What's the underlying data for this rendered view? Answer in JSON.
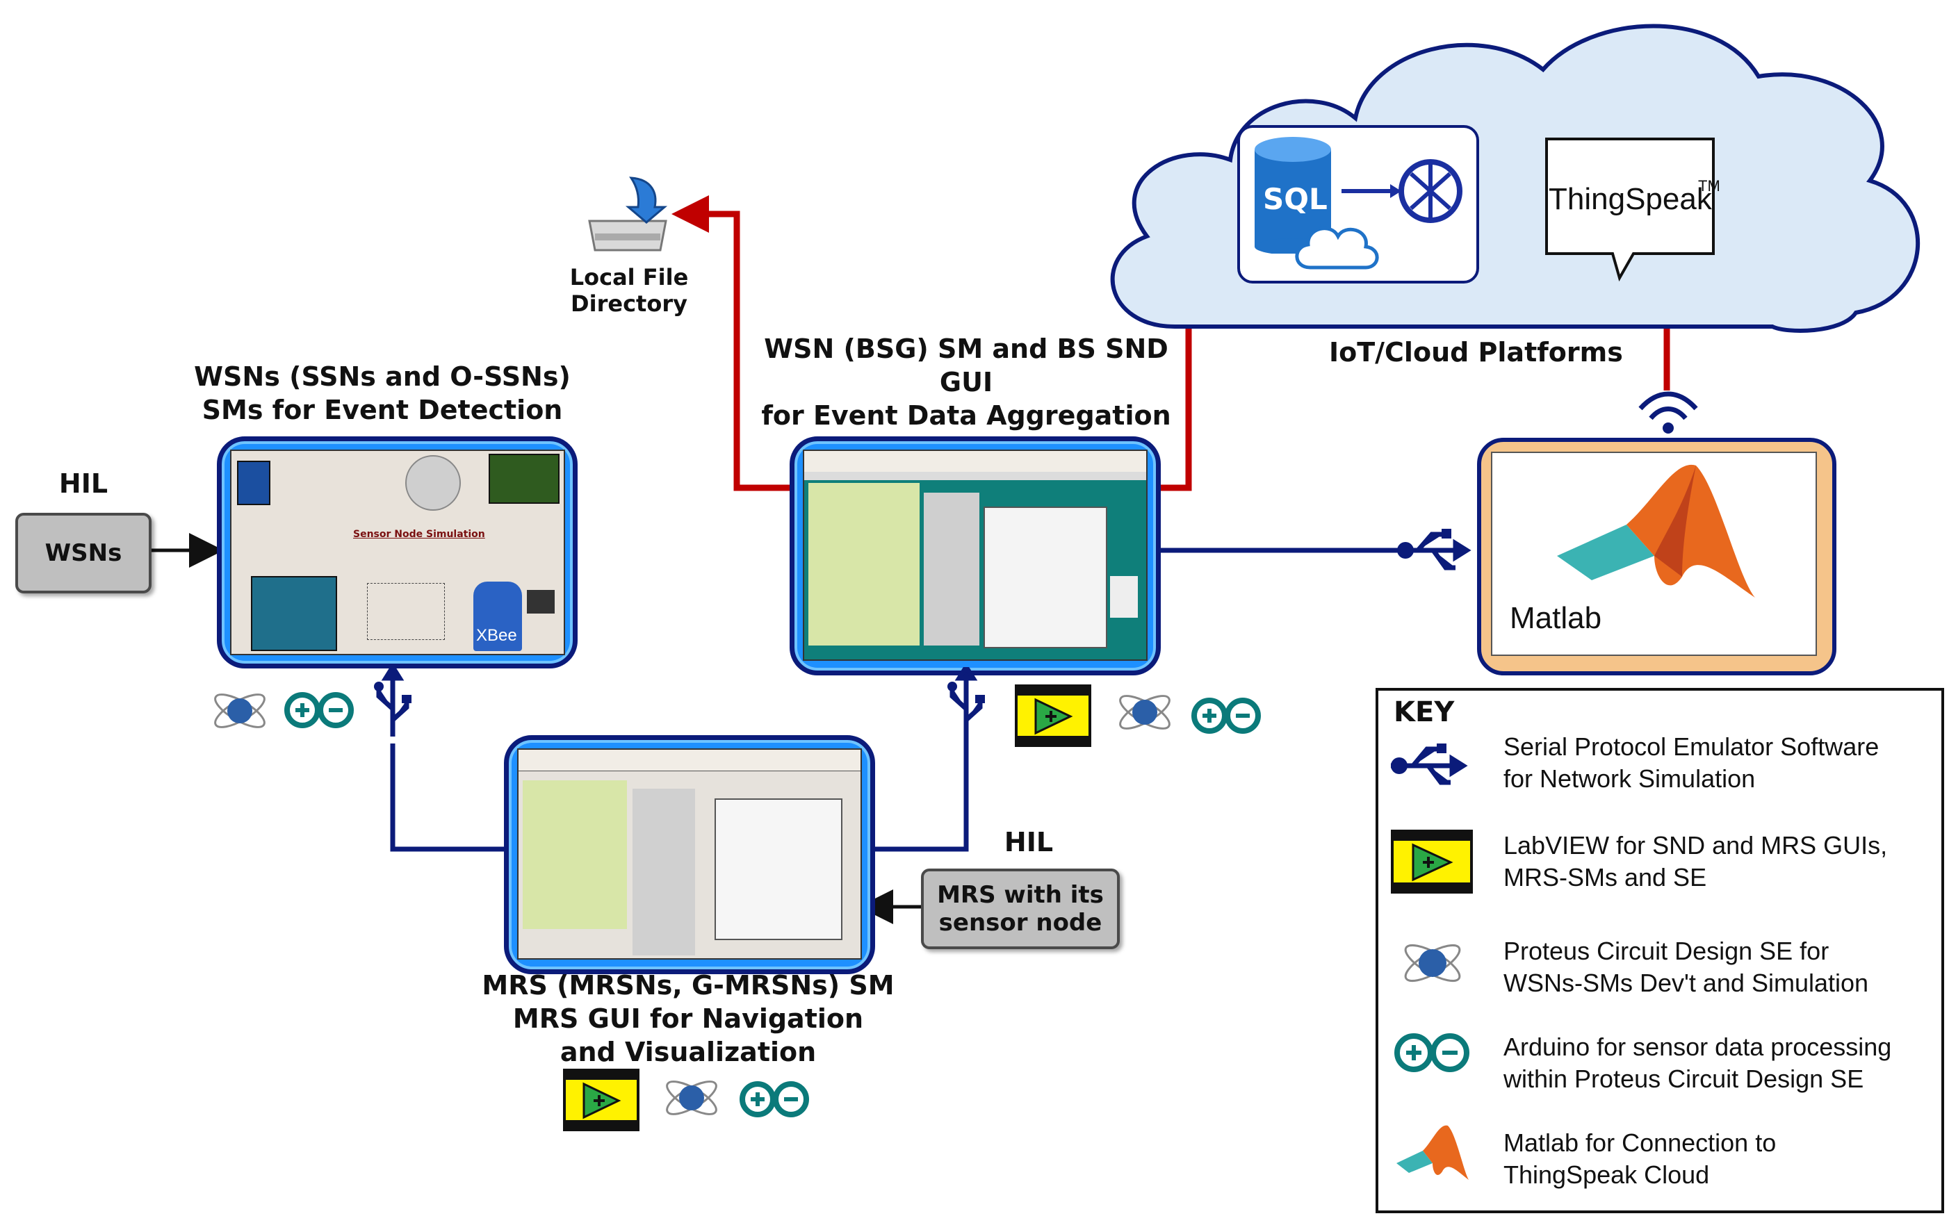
{
  "wsn_panel": {
    "title": "WSNs (SSNs and O-SSNs)\nSMs for Event Detection",
    "screen_caption": "Sensor Node Simulation",
    "xbee_label": "XBee"
  },
  "hil_left": {
    "label": "HIL",
    "box": "WSNs"
  },
  "snd_panel": {
    "title": "WSN (BSG) SM and BS SND GUI\nfor Event Data Aggregation and\nVisualization"
  },
  "local_file": {
    "label": "Local File\nDirectory"
  },
  "cloud": {
    "label": "IoT/Cloud Platforms",
    "sql_label": "SQL",
    "thingspeak_label": "ThingSpeak",
    "tm": "TM"
  },
  "matlab_panel": {
    "label": "Matlab"
  },
  "mrs_panel": {
    "title": "MRS (MRSNs, G-MRSNs) SM\nMRS GUI for Navigation\nand Visualization"
  },
  "hil_right": {
    "label": "HIL",
    "box": "MRS with its\nsensor node"
  },
  "key": {
    "title": "KEY",
    "items": [
      {
        "icon": "usb-icon",
        "text": "Serial Protocol Emulator Software\nfor Network Simulation"
      },
      {
        "icon": "labview-icon",
        "text": "LabVIEW for SND and MRS GUIs,\nMRS-SMs and SE"
      },
      {
        "icon": "proteus-icon",
        "text": "Proteus Circuit Design SE for\nWSNs-SMs Dev't and Simulation"
      },
      {
        "icon": "arduino-icon",
        "text": "Arduino for sensor data processing\nwithin Proteus Circuit Design SE"
      },
      {
        "icon": "matlab-icon",
        "text": "Matlab for Connection to\nThingSpeak Cloud"
      }
    ]
  },
  "colors": {
    "frame_blue": "#0b1b7a",
    "panel_blue": "#1e90ff",
    "red_arrow": "#c00000",
    "navy_link": "#0b1b7a",
    "cloud_fill": "#dbe9f7",
    "matlab_frame": "#f5c48a"
  }
}
